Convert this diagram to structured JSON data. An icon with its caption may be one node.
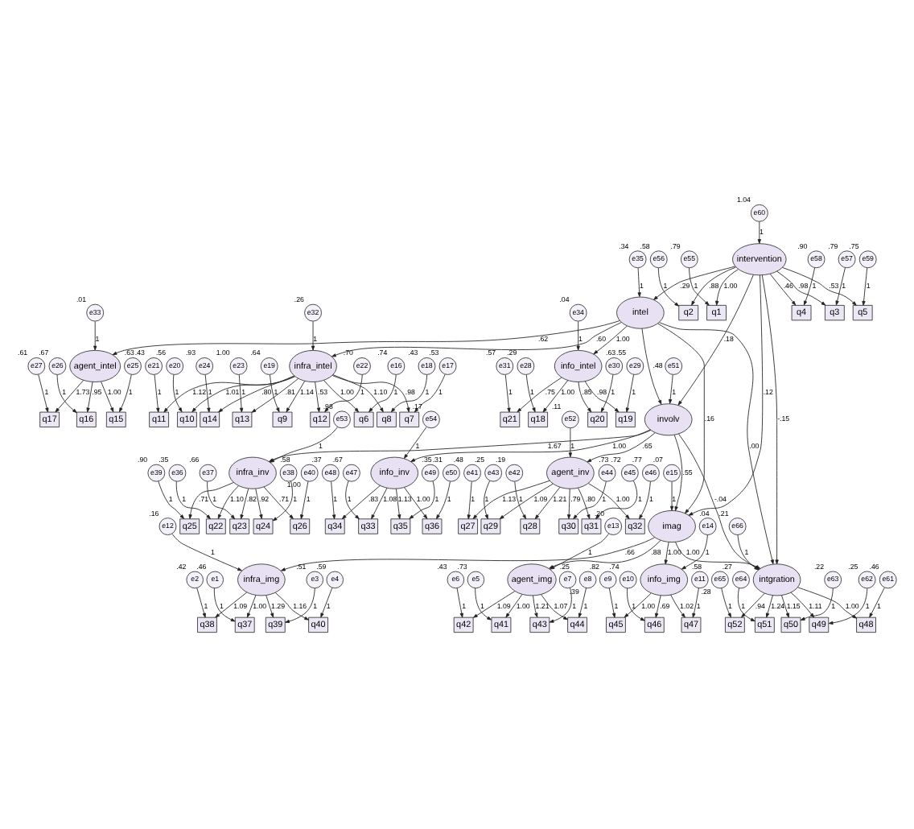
{
  "diagram": {
    "nodes": [
      {
        "text": [
          "infra_intel"
        ]
      },
      {
        "text": [
          "e32"
        ],
        "beside": [
          ".26"
        ]
      },
      {
        "text": [
          "q14"
        ]
      },
      {
        "text": [
          "e24"
        ],
        "beside": [
          ".93"
        ]
      },
      {
        "text": [
          "q13"
        ]
      },
      {
        "text": [
          "e23"
        ],
        "beside": [
          "1.00"
        ]
      },
      {
        "text": [
          "q12"
        ]
      },
      {
        "text": [
          "e22"
        ],
        "beside": [
          ".70"
        ]
      },
      {
        "text": [
          "q11"
        ]
      },
      {
        "text": [
          "e21"
        ],
        "beside": [
          ".43"
        ]
      },
      {
        "text": [
          "q10"
        ]
      },
      {
        "text": [
          "e20"
        ],
        "beside": [
          ".56"
        ]
      },
      {
        "text": [
          "q9"
        ]
      },
      {
        "text": [
          "e19"
        ],
        "beside": [
          ".64"
        ]
      },
      {
        "text": [
          "q8"
        ]
      },
      {
        "text": [
          "e18"
        ],
        "beside": [
          ".43"
        ]
      },
      {
        "text": [
          "q7"
        ]
      },
      {
        "text": [
          "e17"
        ],
        "beside": [
          ".53"
        ]
      },
      {
        "text": [
          "q6"
        ]
      },
      {
        "text": [
          "e16"
        ],
        "beside": [
          ".74"
        ]
      },
      {
        "text": [
          "agent_intel"
        ]
      },
      {
        "text": [
          "e33"
        ],
        "beside": [
          ".01"
        ]
      },
      {
        "text": [
          "q17"
        ]
      },
      {
        "text": [
          "e27"
        ],
        "beside": [
          ".61"
        ]
      },
      {
        "text": [
          "q16"
        ]
      },
      {
        "text": [
          "e26"
        ],
        "beside": [
          ".67"
        ]
      },
      {
        "text": [
          "q15"
        ]
      },
      {
        "text": [
          "e25"
        ],
        "beside": [
          ".63"
        ]
      },
      {
        "text": [
          "info_intel"
        ]
      },
      {
        "text": [
          "e34"
        ],
        "beside": [
          ".04"
        ]
      },
      {
        "text": [
          "q21"
        ]
      },
      {
        "text": [
          "e31"
        ],
        "beside": [
          ".57"
        ]
      },
      {
        "text": [
          "q20"
        ]
      },
      {
        "text": [
          "e30"
        ],
        "beside": [
          ".63"
        ]
      },
      {
        "text": [
          "q19"
        ]
      },
      {
        "text": [
          "e29"
        ],
        "beside": [
          ".55"
        ]
      },
      {
        "text": [
          "q18"
        ]
      },
      {
        "text": [
          "e28"
        ],
        "beside": [
          ".29"
        ]
      },
      {
        "text": [
          "intel"
        ]
      },
      {
        "text": [
          "e35"
        ],
        "beside": [
          ".34"
        ]
      },
      {
        "text": [
          "infra_inv"
        ]
      },
      {
        "text": [
          "e53"
        ],
        "beside": [
          ".98"
        ]
      },
      {
        "text": [
          "q22"
        ]
      },
      {
        "text": [
          "e36"
        ],
        "beside": [
          ".35"
        ]
      },
      {
        "text": [
          "q23"
        ]
      },
      {
        "text": [
          "e37"
        ],
        "beside": [
          ".66"
        ]
      },
      {
        "text": [
          "q24"
        ]
      },
      {
        "text": [
          "e38"
        ],
        "beside": [
          ".58"
        ]
      },
      {
        "text": [
          "q25"
        ]
      },
      {
        "text": [
          "e39"
        ],
        "beside": [
          ".90"
        ]
      },
      {
        "text": [
          "q26"
        ]
      },
      {
        "text": [
          "e40"
        ],
        "beside": [
          "1.00"
        ]
      },
      {
        "text": [
          "agent_inv"
        ]
      },
      {
        "text": [
          "e52"
        ],
        "beside": [
          ".11"
        ]
      },
      {
        "text": [
          "q27"
        ]
      },
      {
        "text": [
          "e41"
        ],
        "beside": [
          ".48"
        ]
      },
      {
        "text": [
          "q28"
        ]
      },
      {
        "text": [
          "e42"
        ],
        "beside": [
          ".19"
        ]
      },
      {
        "text": [
          "q29"
        ]
      },
      {
        "text": [
          "e43"
        ],
        "beside": [
          ".25"
        ]
      },
      {
        "text": [
          "q30"
        ]
      },
      {
        "text": [
          "e44"
        ],
        "beside": [
          ".73"
        ]
      },
      {
        "text": [
          "q31"
        ]
      },
      {
        "text": [
          "e45"
        ],
        "beside": [
          ".72"
        ]
      },
      {
        "text": [
          "q32"
        ]
      },
      {
        "text": [
          "e46"
        ],
        "beside": [
          ".77"
        ]
      },
      {
        "text": [
          "info_inv"
        ]
      },
      {
        "text": [
          "e54"
        ],
        "beside": [
          ".17"
        ]
      },
      {
        "text": [
          "q33"
        ]
      },
      {
        "text": [
          "e47"
        ],
        "beside": [
          ".67"
        ]
      },
      {
        "text": [
          "q34"
        ]
      },
      {
        "text": [
          "e48"
        ],
        "beside": [
          ".37"
        ]
      },
      {
        "text": [
          "q35"
        ]
      },
      {
        "text": [
          "e49"
        ],
        "beside": [
          ".35"
        ]
      },
      {
        "text": [
          "q36"
        ]
      },
      {
        "text": [
          "e50"
        ],
        "beside": [
          ".31"
        ]
      },
      {
        "text": [
          "involv"
        ]
      },
      {
        "text": [
          "e51"
        ]
      },
      {
        "text": [
          "imag"
        ]
      },
      {
        "text": [
          "e15"
        ],
        "beside": [
          ".07"
        ]
      },
      {
        "text": [
          "infra_img"
        ]
      },
      {
        "text": [
          "e12"
        ],
        "beside": [
          ".16"
        ]
      },
      {
        "text": [
          "q37"
        ]
      },
      {
        "text": [
          "e1"
        ],
        "beside": [
          ".46"
        ]
      },
      {
        "text": [
          "q38"
        ]
      },
      {
        "text": [
          "e2"
        ],
        "beside": [
          ".42"
        ]
      },
      {
        "text": [
          "q39"
        ]
      },
      {
        "text": [
          "e3"
        ],
        "beside": [
          ".51"
        ]
      },
      {
        "text": [
          "q40"
        ]
      },
      {
        "text": [
          "e4"
        ],
        "beside": [
          ".59"
        ]
      },
      {
        "text": [
          "agent_img"
        ]
      },
      {
        "text": [
          "e13"
        ],
        "beside": [
          ".20"
        ]
      },
      {
        "text": [
          "q41"
        ]
      },
      {
        "text": [
          "e5"
        ],
        "beside": [
          ".73"
        ]
      },
      {
        "text": [
          "q42"
        ]
      },
      {
        "text": [
          "e6"
        ],
        "beside": [
          ".43"
        ]
      },
      {
        "text": [
          "q43"
        ]
      },
      {
        "text": [
          "e7"
        ],
        "beside": [
          ".25"
        ]
      },
      {
        "text": [
          "q44"
        ]
      },
      {
        "text": [
          "e8"
        ],
        "beside": [
          ".39"
        ]
      },
      {
        "text": [
          "info_img"
        ]
      },
      {
        "text": [
          "e14"
        ],
        "beside": [
          ".04"
        ]
      },
      {
        "text": [
          "q45"
        ]
      },
      {
        "text": [
          "e9"
        ],
        "beside": [
          ".82"
        ]
      },
      {
        "text": [
          "q46"
        ]
      },
      {
        "text": [
          "e10"
        ],
        "beside": [
          ".74"
        ]
      },
      {
        "text": [
          "q47"
        ]
      },
      {
        "text": [
          "e11"
        ],
        "beside": [
          ".58"
        ]
      },
      {
        "text": [
          "intgration"
        ]
      },
      {
        "text": [
          "e66"
        ],
        "beside": [
          ".21"
        ]
      },
      {
        "text": [
          "q52"
        ]
      },
      {
        "text": [
          "e65"
        ],
        "beside": [
          ".28"
        ]
      },
      {
        "text": [
          "q51"
        ]
      },
      {
        "text": [
          "e64"
        ],
        "beside": [
          ".27"
        ]
      },
      {
        "text": [
          "q50"
        ]
      },
      {
        "text": [
          "e63"
        ],
        "beside": [
          ".22"
        ]
      },
      {
        "text": [
          "q49"
        ]
      },
      {
        "text": [
          "e62"
        ],
        "beside": [
          ".25"
        ]
      },
      {
        "text": [
          "q48"
        ]
      },
      {
        "text": [
          "e61"
        ],
        "beside": [
          ".46"
        ]
      },
      {
        "text": [
          "intervention"
        ]
      },
      {
        "text": [
          "e60"
        ],
        "beside": [
          "1.04"
        ]
      },
      {
        "text": [
          "q1"
        ]
      },
      {
        "text": [
          "e55"
        ],
        "beside": [
          ".79"
        ]
      },
      {
        "text": [
          "q2"
        ]
      },
      {
        "text": [
          "e56"
        ],
        "beside": [
          ".58"
        ]
      },
      {
        "text": [
          "q3"
        ]
      },
      {
        "text": [
          "e57"
        ],
        "beside": [
          ".79"
        ]
      },
      {
        "text": [
          "q4"
        ]
      },
      {
        "text": [
          "e58"
        ],
        "beside": [
          ".90"
        ]
      },
      {
        "text": [
          "q5"
        ]
      },
      {
        "text": [
          "e59"
        ],
        "beside": [
          ".75"
        ]
      }
    ],
    "edges": [
      {
        "from": 1,
        "to": 0,
        "arrow": "to",
        "label": "1"
      },
      {
        "from": 0,
        "to": 2,
        "arrow": "to",
        "label": ".80"
      },
      {
        "from": 3,
        "to": 2,
        "arrow": "to",
        "label": "1"
      },
      {
        "from": 0,
        "to": 4,
        "arrow": "to",
        "label": ".81"
      },
      {
        "from": 5,
        "to": 4,
        "arrow": "to",
        "label": "1"
      },
      {
        "from": 0,
        "to": 6,
        "arrow": "to",
        "label": ".53"
      },
      {
        "from": 7,
        "to": 6,
        "arrow": "to",
        "label": "1"
      },
      {
        "from": 0,
        "to": 8,
        "arrow": "to",
        "label": "1.12"
      },
      {
        "from": 9,
        "to": 8,
        "arrow": "to",
        "label": "1"
      },
      {
        "from": 0,
        "to": 10,
        "arrow": "to",
        "label": "1.01"
      },
      {
        "from": 11,
        "to": 10,
        "arrow": "to",
        "label": "1"
      },
      {
        "from": 0,
        "to": 12,
        "arrow": "to",
        "label": "1.14"
      },
      {
        "from": 13,
        "to": 12,
        "arrow": "to",
        "label": "1"
      },
      {
        "from": 0,
        "to": 14,
        "arrow": "to",
        "label": "1.10"
      },
      {
        "from": 15,
        "to": 14,
        "arrow": "to",
        "label": "1"
      },
      {
        "from": 0,
        "to": 16,
        "arrow": "to",
        "label": ".98"
      },
      {
        "from": 17,
        "to": 16,
        "arrow": "to",
        "label": "1"
      },
      {
        "from": 0,
        "to": 18,
        "arrow": "to",
        "label": "1.00"
      },
      {
        "from": 19,
        "to": 18,
        "arrow": "to",
        "label": "1"
      },
      {
        "from": 21,
        "to": 20,
        "arrow": "to",
        "label": "1"
      },
      {
        "from": 20,
        "to": 22,
        "arrow": "to",
        "label": "1.73"
      },
      {
        "from": 23,
        "to": 22,
        "arrow": "to",
        "label": "1"
      },
      {
        "from": 20,
        "to": 24,
        "arrow": "to",
        "label": ".95"
      },
      {
        "from": 25,
        "to": 24,
        "arrow": "to",
        "label": "1"
      },
      {
        "from": 20,
        "to": 26,
        "arrow": "to",
        "label": "1.00"
      },
      {
        "from": 27,
        "to": 26,
        "arrow": "to",
        "label": "1"
      },
      {
        "from": 29,
        "to": 28,
        "arrow": "to",
        "label": "1"
      },
      {
        "from": 28,
        "to": 30,
        "arrow": "to",
        "label": ".75"
      },
      {
        "from": 31,
        "to": 30,
        "arrow": "to",
        "label": "1"
      },
      {
        "from": 28,
        "to": 32,
        "arrow": "to",
        "label": ".85"
      },
      {
        "from": 33,
        "to": 32,
        "arrow": "to",
        "label": "1"
      },
      {
        "from": 28,
        "to": 34,
        "arrow": "to",
        "label": ".98"
      },
      {
        "from": 35,
        "to": 34,
        "arrow": "to",
        "label": "1"
      },
      {
        "from": 28,
        "to": 36,
        "arrow": "to",
        "label": "1.00"
      },
      {
        "from": 37,
        "to": 36,
        "arrow": "to",
        "label": "1"
      },
      {
        "from": 39,
        "to": 38,
        "arrow": "to",
        "label": "1"
      },
      {
        "from": 38,
        "to": 0,
        "arrow": "to",
        "label": ".60"
      },
      {
        "from": 38,
        "to": 20,
        "arrow": "to",
        "label": ".62"
      },
      {
        "from": 38,
        "to": 28,
        "arrow": "to",
        "label": "1.00"
      },
      {
        "from": 41,
        "to": 40,
        "arrow": "to",
        "label": "1"
      },
      {
        "from": 40,
        "to": 42,
        "arrow": "to",
        "label": "1.10"
      },
      {
        "from": 43,
        "to": 42,
        "arrow": "to",
        "label": "1"
      },
      {
        "from": 40,
        "to": 44,
        "arrow": "to",
        "label": ".82"
      },
      {
        "from": 45,
        "to": 44,
        "arrow": "to",
        "label": "1"
      },
      {
        "from": 40,
        "to": 46,
        "arrow": "to",
        "label": ".92"
      },
      {
        "from": 47,
        "to": 46,
        "arrow": "to",
        "label": "1"
      },
      {
        "from": 40,
        "to": 48,
        "arrow": "to",
        "label": ".71"
      },
      {
        "from": 49,
        "to": 48,
        "arrow": "to",
        "label": "1"
      },
      {
        "from": 40,
        "to": 50,
        "arrow": "to",
        "label": ".71"
      },
      {
        "from": 51,
        "to": 50,
        "arrow": "to",
        "label": "1"
      },
      {
        "from": 53,
        "to": 52,
        "arrow": "to",
        "label": "1"
      },
      {
        "from": 52,
        "to": 54,
        "arrow": "to",
        "label": "1.13"
      },
      {
        "from": 55,
        "to": 54,
        "arrow": "to",
        "label": "1"
      },
      {
        "from": 52,
        "to": 56,
        "arrow": "to",
        "label": "1.21"
      },
      {
        "from": 57,
        "to": 56,
        "arrow": "to",
        "label": "1"
      },
      {
        "from": 52,
        "to": 58,
        "arrow": "to",
        "label": "1.09"
      },
      {
        "from": 59,
        "to": 58,
        "arrow": "to",
        "label": "1"
      },
      {
        "from": 52,
        "to": 60,
        "arrow": "to",
        "label": ".79"
      },
      {
        "from": 61,
        "to": 60,
        "arrow": "to",
        "label": "1"
      },
      {
        "from": 52,
        "to": 62,
        "arrow": "to",
        "label": ".80"
      },
      {
        "from": 63,
        "to": 62,
        "arrow": "to",
        "label": "1"
      },
      {
        "from": 52,
        "to": 64,
        "arrow": "to",
        "label": "1.00"
      },
      {
        "from": 65,
        "to": 64,
        "arrow": "to",
        "label": "1"
      },
      {
        "from": 67,
        "to": 66,
        "arrow": "to",
        "label": "1"
      },
      {
        "from": 66,
        "to": 68,
        "arrow": "to",
        "label": "1.08"
      },
      {
        "from": 69,
        "to": 68,
        "arrow": "to",
        "label": "1"
      },
      {
        "from": 66,
        "to": 70,
        "arrow": "to",
        "label": ".83"
      },
      {
        "from": 71,
        "to": 70,
        "arrow": "to",
        "label": "1"
      },
      {
        "from": 66,
        "to": 72,
        "arrow": "to",
        "label": "1.13"
      },
      {
        "from": 73,
        "to": 72,
        "arrow": "to",
        "label": "1"
      },
      {
        "from": 66,
        "to": 74,
        "arrow": "to",
        "label": "1.00"
      },
      {
        "from": 75,
        "to": 74,
        "arrow": "to",
        "label": "1"
      },
      {
        "from": 77,
        "to": 76,
        "arrow": "to",
        "label": "1"
      },
      {
        "from": 76,
        "to": 40,
        "arrow": "to",
        "label": "1.67"
      },
      {
        "from": 76,
        "to": 52,
        "arrow": "to",
        "label": ".65"
      },
      {
        "from": 76,
        "to": 66,
        "arrow": "to",
        "label": "1.00"
      },
      {
        "from": 38,
        "to": 76,
        "arrow": "to",
        "label": ".48"
      },
      {
        "from": 79,
        "to": 78,
        "arrow": "to",
        "label": "1"
      },
      {
        "from": 76,
        "to": 78,
        "arrow": "to",
        "label": ".55"
      },
      {
        "from": 38,
        "to": 78,
        "arrow": "to",
        "label": ".16"
      },
      {
        "from": 78,
        "to": 80,
        "arrow": "to",
        "label": ".66"
      },
      {
        "from": 81,
        "to": 80,
        "arrow": "to",
        "label": "1"
      },
      {
        "from": 80,
        "to": 82,
        "arrow": "to",
        "label": "1.00"
      },
      {
        "from": 83,
        "to": 82,
        "arrow": "to",
        "label": "1"
      },
      {
        "from": 80,
        "to": 84,
        "arrow": "to",
        "label": "1.09"
      },
      {
        "from": 85,
        "to": 84,
        "arrow": "to",
        "label": "1"
      },
      {
        "from": 80,
        "to": 86,
        "arrow": "to",
        "label": "1.29"
      },
      {
        "from": 87,
        "to": 86,
        "arrow": "to",
        "label": "1"
      },
      {
        "from": 80,
        "to": 88,
        "arrow": "to",
        "label": "1.16"
      },
      {
        "from": 89,
        "to": 88,
        "arrow": "to",
        "label": "1"
      },
      {
        "from": 78,
        "to": 90,
        "arrow": "to",
        "label": ".88"
      },
      {
        "from": 91,
        "to": 90,
        "arrow": "to",
        "label": "1"
      },
      {
        "from": 90,
        "to": 92,
        "arrow": "to",
        "label": "1.00"
      },
      {
        "from": 93,
        "to": 92,
        "arrow": "to",
        "label": "1"
      },
      {
        "from": 90,
        "to": 94,
        "arrow": "to",
        "label": "1.09"
      },
      {
        "from": 95,
        "to": 94,
        "arrow": "to",
        "label": "1"
      },
      {
        "from": 90,
        "to": 96,
        "arrow": "to",
        "label": "1.21"
      },
      {
        "from": 97,
        "to": 96,
        "arrow": "to",
        "label": "1"
      },
      {
        "from": 90,
        "to": 98,
        "arrow": "to",
        "label": "1.07"
      },
      {
        "from": 99,
        "to": 98,
        "arrow": "to",
        "label": "1"
      },
      {
        "from": 78,
        "to": 100,
        "arrow": "to",
        "label": "1.00"
      },
      {
        "from": 101,
        "to": 100,
        "arrow": "to",
        "label": "1"
      },
      {
        "from": 100,
        "to": 102,
        "arrow": "to",
        "label": "1.00"
      },
      {
        "from": 103,
        "to": 102,
        "arrow": "to",
        "label": "1"
      },
      {
        "from": 100,
        "to": 104,
        "arrow": "to",
        "label": ".69"
      },
      {
        "from": 105,
        "to": 104,
        "arrow": "to",
        "label": "1"
      },
      {
        "from": 100,
        "to": 106,
        "arrow": "to",
        "label": "1.02"
      },
      {
        "from": 107,
        "to": 106,
        "arrow": "to",
        "label": "1"
      },
      {
        "from": 38,
        "to": 108,
        "arrow": "to",
        "label": ".00"
      },
      {
        "from": 76,
        "to": 108,
        "arrow": "to",
        "label": "-.04"
      },
      {
        "from": 78,
        "to": 108,
        "arrow": "to",
        "label": "1.00"
      },
      {
        "from": 109,
        "to": 108,
        "arrow": "to",
        "label": "1"
      },
      {
        "from": 108,
        "to": 110,
        "arrow": "to",
        "label": ".94"
      },
      {
        "from": 111,
        "to": 110,
        "arrow": "to",
        "label": "1"
      },
      {
        "from": 108,
        "to": 112,
        "arrow": "to",
        "label": "1.24"
      },
      {
        "from": 113,
        "to": 112,
        "arrow": "to",
        "label": "1"
      },
      {
        "from": 108,
        "to": 114,
        "arrow": "to",
        "label": "1.15"
      },
      {
        "from": 115,
        "to": 114,
        "arrow": "to",
        "label": "1"
      },
      {
        "from": 108,
        "to": 116,
        "arrow": "to",
        "label": "1.11"
      },
      {
        "from": 117,
        "to": 116,
        "arrow": "to",
        "label": "1"
      },
      {
        "from": 108,
        "to": 118,
        "arrow": "to",
        "label": "1.00"
      },
      {
        "from": 119,
        "to": 118,
        "arrow": "to",
        "label": "1"
      },
      {
        "from": 121,
        "to": 120,
        "arrow": "to",
        "label": "1"
      },
      {
        "from": 120,
        "to": 38,
        "arrow": "to",
        "label": ".29"
      },
      {
        "from": 120,
        "to": 76,
        "arrow": "to",
        "label": ".18"
      },
      {
        "from": 120,
        "to": 78,
        "arrow": "to",
        "label": ".12"
      },
      {
        "from": 120,
        "to": 108,
        "arrow": "to",
        "label": "-.15"
      },
      {
        "from": 120,
        "to": 122,
        "arrow": "to",
        "label": "1.00"
      },
      {
        "from": 123,
        "to": 122,
        "arrow": "to",
        "label": "1"
      },
      {
        "from": 120,
        "to": 124,
        "arrow": "to",
        "label": ".88"
      },
      {
        "from": 125,
        "to": 124,
        "arrow": "to",
        "label": "1"
      },
      {
        "from": 120,
        "to": 126,
        "arrow": "to",
        "label": ".98"
      },
      {
        "from": 127,
        "to": 126,
        "arrow": "to",
        "label": "1"
      },
      {
        "from": 120,
        "to": 128,
        "arrow": "to",
        "label": ".46"
      },
      {
        "from": 129,
        "to": 128,
        "arrow": "to",
        "label": "1"
      },
      {
        "from": 120,
        "to": 130,
        "arrow": "to",
        "label": ".53"
      },
      {
        "from": 131,
        "to": 130,
        "arrow": "to",
        "label": "1"
      }
    ]
  }
}
